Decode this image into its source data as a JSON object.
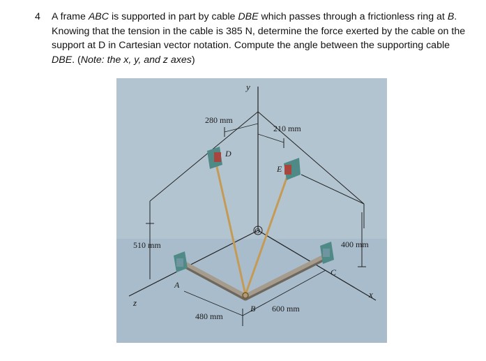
{
  "problem": {
    "number": "4",
    "segments": [
      {
        "t": "A frame ",
        "i": false
      },
      {
        "t": "ABC",
        "i": true
      },
      {
        "t": " is supported in part by cable ",
        "i": false
      },
      {
        "t": "DBE",
        "i": true
      },
      {
        "t": " which passes through a frictionless ring at ",
        "i": false
      },
      {
        "t": "B",
        "i": true
      },
      {
        "t": ". Knowing that the tension in the cable is 385 N, determine the force exerted by the cable on the support at D in Cartesian vector notation.  Compute the angle between the supporting cable ",
        "i": false
      },
      {
        "t": "DBE",
        "i": true
      },
      {
        "t": ". (",
        "i": false
      },
      {
        "t": "Note: the x, y, and z axes",
        "i": true
      },
      {
        "t": ")",
        "i": false
      }
    ]
  },
  "figure": {
    "dims": {
      "d280": "280 mm",
      "d210": "210 mm",
      "d510": "510 mm",
      "d400": "400 mm",
      "d480": "480 mm",
      "d600": "600 mm"
    },
    "points": {
      "A": "A",
      "B": "B",
      "C": "C",
      "D": "D",
      "E": "E",
      "O": "O"
    },
    "axes": {
      "x": "x",
      "y": "y",
      "z": "z"
    },
    "colors": {
      "background": "#a9bccb",
      "cable": "#c49a55",
      "frame": "#8c8478",
      "bracket_green": "#4f8a86",
      "bracket_red": "#a8463e"
    }
  }
}
